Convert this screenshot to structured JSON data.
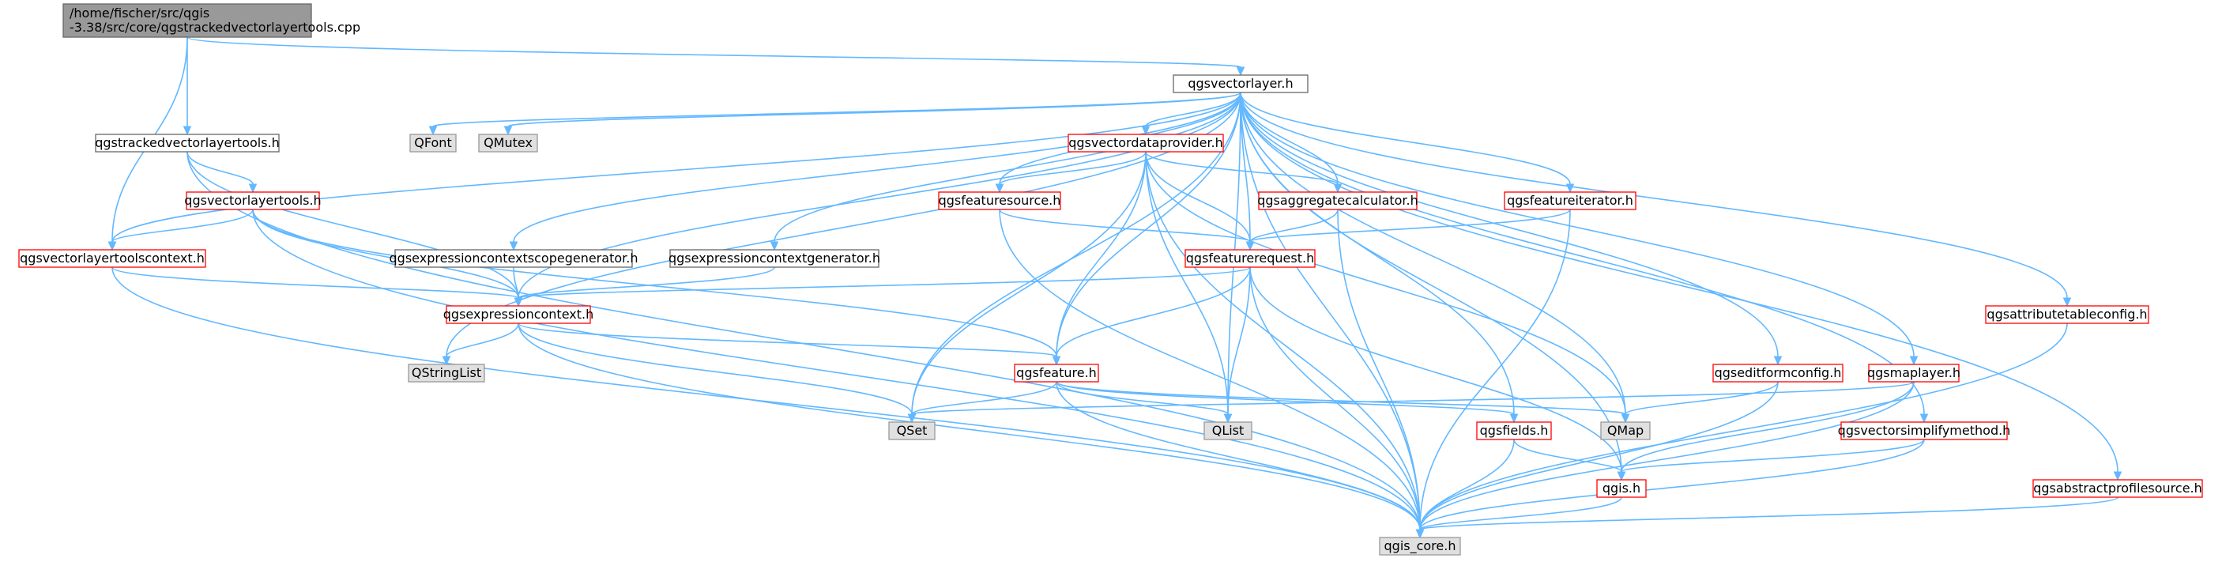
{
  "graph": {
    "colors": {
      "edge": "#63b8ff",
      "root_fill": "#999999",
      "root_border": "#666666",
      "documented_fill": "#ffffff",
      "documented_border": "#666666",
      "incomplete_border": "#ff0000",
      "external_fill": "#e0e0e0",
      "external_border": "#999999"
    },
    "nodes": [
      {
        "id": "root",
        "lines": [
          "/home/fischer/src/qgis",
          "-3.38/src/core/qgstrackedvectorlayertools.cpp"
        ],
        "kind": "root"
      },
      {
        "id": "qgsvectorlayer",
        "lines": [
          "qgsvectorlayer.h"
        ],
        "kind": "documented"
      },
      {
        "id": "qgstrackedvectorlayertools",
        "lines": [
          "qgstrackedvectorlayertools.h"
        ],
        "kind": "documented"
      },
      {
        "id": "qfont",
        "lines": [
          "QFont"
        ],
        "kind": "external"
      },
      {
        "id": "qmutex",
        "lines": [
          "QMutex"
        ],
        "kind": "external"
      },
      {
        "id": "qgsvectordataprovider",
        "lines": [
          "qgsvectordataprovider.h"
        ],
        "kind": "incomplete"
      },
      {
        "id": "qgsvectorlayertools",
        "lines": [
          "qgsvectorlayertools.h"
        ],
        "kind": "incomplete"
      },
      {
        "id": "qgsfeaturesource",
        "lines": [
          "qgsfeaturesource.h"
        ],
        "kind": "incomplete"
      },
      {
        "id": "qgsaggregatecalculator",
        "lines": [
          "qgsaggregatecalculator.h"
        ],
        "kind": "incomplete"
      },
      {
        "id": "qgsfeatureiterator",
        "lines": [
          "qgsfeatureiterator.h"
        ],
        "kind": "incomplete"
      },
      {
        "id": "qgsvectorlayertoolscontext",
        "lines": [
          "qgsvectorlayertoolscontext.h"
        ],
        "kind": "incomplete"
      },
      {
        "id": "qgsexpressioncontextscopegenerator",
        "lines": [
          "qgsexpressioncontextscopegenerator.h"
        ],
        "kind": "documented"
      },
      {
        "id": "qgsexpressioncontextgenerator",
        "lines": [
          "qgsexpressioncontextgenerator.h"
        ],
        "kind": "documented"
      },
      {
        "id": "qgsfeaturerequest",
        "lines": [
          "qgsfeaturerequest.h"
        ],
        "kind": "incomplete"
      },
      {
        "id": "qgsattributetableconfig",
        "lines": [
          "qgsattributetableconfig.h"
        ],
        "kind": "incomplete"
      },
      {
        "id": "qgsexpressioncontext",
        "lines": [
          "qgsexpressioncontext.h"
        ],
        "kind": "incomplete"
      },
      {
        "id": "qstringlist",
        "lines": [
          "QStringList"
        ],
        "kind": "external"
      },
      {
        "id": "qgsfeature",
        "lines": [
          "qgsfeature.h"
        ],
        "kind": "incomplete"
      },
      {
        "id": "qgseditformconfig",
        "lines": [
          "qgseditformconfig.h"
        ],
        "kind": "incomplete"
      },
      {
        "id": "qgsmaplayer",
        "lines": [
          "qgsmaplayer.h"
        ],
        "kind": "incomplete"
      },
      {
        "id": "qset",
        "lines": [
          "QSet"
        ],
        "kind": "external"
      },
      {
        "id": "qlist",
        "lines": [
          "QList"
        ],
        "kind": "external"
      },
      {
        "id": "qgsfields",
        "lines": [
          "qgsfields.h"
        ],
        "kind": "incomplete"
      },
      {
        "id": "qmap",
        "lines": [
          "QMap"
        ],
        "kind": "external"
      },
      {
        "id": "qgsvectorsimplifymethod",
        "lines": [
          "qgsvectorsimplifymethod.h"
        ],
        "kind": "incomplete"
      },
      {
        "id": "qgis",
        "lines": [
          "qgis.h"
        ],
        "kind": "incomplete"
      },
      {
        "id": "qgsabstractprofilesource",
        "lines": [
          "qgsabstractprofilesource.h"
        ],
        "kind": "incomplete"
      },
      {
        "id": "qgis_core",
        "lines": [
          "qgis_core.h"
        ],
        "kind": "external"
      }
    ],
    "edges": [
      [
        "root",
        "qgsvectorlayer"
      ],
      [
        "root",
        "qgstrackedvectorlayertools"
      ],
      [
        "root",
        "qgsvectorlayertoolscontext"
      ],
      [
        "qgsvectorlayer",
        "qfont"
      ],
      [
        "qgsvectorlayer",
        "qmutex"
      ],
      [
        "qgsvectorlayer",
        "qgsvectordataprovider"
      ],
      [
        "qgsvectorlayer",
        "qgsfeaturesource"
      ],
      [
        "qgsvectorlayer",
        "qgsaggregatecalculator"
      ],
      [
        "qgsvectorlayer",
        "qgsfeatureiterator"
      ],
      [
        "qgsvectorlayer",
        "qgsfeaturerequest"
      ],
      [
        "qgsvectorlayer",
        "qgsvectorlayertoolscontext"
      ],
      [
        "qgsvectorlayer",
        "qgsexpressioncontextscopegenerator"
      ],
      [
        "qgsvectorlayer",
        "qgsexpressioncontextgenerator"
      ],
      [
        "qgsvectorlayer",
        "qgsexpressioncontext"
      ],
      [
        "qgsvectorlayer",
        "qstringlist"
      ],
      [
        "qgsvectorlayer",
        "qgsfeature"
      ],
      [
        "qgsvectorlayer",
        "qset"
      ],
      [
        "qgsvectorlayer",
        "qlist"
      ],
      [
        "qgsvectorlayer",
        "qgsfields"
      ],
      [
        "qgsvectorlayer",
        "qmap"
      ],
      [
        "qgsvectorlayer",
        "qgis"
      ],
      [
        "qgsvectorlayer",
        "qgseditformconfig"
      ],
      [
        "qgsvectorlayer",
        "qgsmaplayer"
      ],
      [
        "qgsvectorlayer",
        "qgsvectorsimplifymethod"
      ],
      [
        "qgsvectorlayer",
        "qgsattributetableconfig"
      ],
      [
        "qgsvectorlayer",
        "qgsabstractprofilesource"
      ],
      [
        "qgsvectorlayer",
        "qgis_core"
      ],
      [
        "qgstrackedvectorlayertools",
        "qgsvectorlayertools"
      ],
      [
        "qgstrackedvectorlayertools",
        "qgsexpressioncontext"
      ],
      [
        "qgstrackedvectorlayertools",
        "qgis_core"
      ],
      [
        "qgsvectorlayertools",
        "qgsvectorlayertoolscontext"
      ],
      [
        "qgsvectorlayertools",
        "qgsexpressioncontext"
      ],
      [
        "qgsvectorlayertools",
        "qgsfeature"
      ],
      [
        "qgsvectorlayertools",
        "qgis_core"
      ],
      [
        "qgsvectorlayertoolscontext",
        "qgsexpressioncontext"
      ],
      [
        "qgsvectorlayertoolscontext",
        "qgis_core"
      ],
      [
        "qgsvectordataprovider",
        "qgsfeaturesource"
      ],
      [
        "qgsvectordataprovider",
        "qgsaggregatecalculator"
      ],
      [
        "qgsvectordataprovider",
        "qgsfeaturerequest"
      ],
      [
        "qgsvectordataprovider",
        "qgsfeature"
      ],
      [
        "qgsvectordataprovider",
        "qset"
      ],
      [
        "qgsvectordataprovider",
        "qlist"
      ],
      [
        "qgsvectordataprovider",
        "qmap"
      ],
      [
        "qgsvectordataprovider",
        "qgis_core"
      ],
      [
        "qgsfeaturesource",
        "qgsfeaturerequest"
      ],
      [
        "qgsfeaturesource",
        "qgis_core"
      ],
      [
        "qgsaggregatecalculator",
        "qgsfeaturerequest"
      ],
      [
        "qgsaggregatecalculator",
        "qgis_core"
      ],
      [
        "qgsfeatureiterator",
        "qgsfeaturerequest"
      ],
      [
        "qgsfeatureiterator",
        "qgis_core"
      ],
      [
        "qgsexpressioncontextscopegenerator",
        "qgsexpressioncontext"
      ],
      [
        "qgsexpressioncontextgenerator",
        "qgsexpressioncontext"
      ],
      [
        "qgsfeaturerequest",
        "qgsexpressioncontext"
      ],
      [
        "qgsfeaturerequest",
        "qgsfeature"
      ],
      [
        "qgsfeaturerequest",
        "qlist"
      ],
      [
        "qgsfeaturerequest",
        "qgis"
      ],
      [
        "qgsfeaturerequest",
        "qgis_core"
      ],
      [
        "qgsexpressioncontext",
        "qstringlist"
      ],
      [
        "qgsexpressioncontext",
        "qset"
      ],
      [
        "qgsexpressioncontext",
        "qgsfeature"
      ],
      [
        "qgsexpressioncontext",
        "qgis_core"
      ],
      [
        "qgsfeature",
        "qset"
      ],
      [
        "qgsfeature",
        "qlist"
      ],
      [
        "qgsfeature",
        "qgsfields"
      ],
      [
        "qgsfeature",
        "qmap"
      ],
      [
        "qgsfeature",
        "qgis_core"
      ],
      [
        "qgsfields",
        "qgis"
      ],
      [
        "qgsfields",
        "qgis_core"
      ],
      [
        "qgseditformconfig",
        "qmap"
      ],
      [
        "qgseditformconfig",
        "qgis_core"
      ],
      [
        "qgsmaplayer",
        "qset"
      ],
      [
        "qgsmaplayer",
        "qgis"
      ],
      [
        "qgsmaplayer",
        "qgis_core"
      ],
      [
        "qgsvectorsimplifymethod",
        "qgis"
      ],
      [
        "qgsvectorsimplifymethod",
        "qgis_core"
      ],
      [
        "qgis",
        "qgis_core"
      ],
      [
        "qgsattributetableconfig",
        "qgis_core"
      ],
      [
        "qgsabstractprofilesource",
        "qgis_core"
      ]
    ]
  }
}
